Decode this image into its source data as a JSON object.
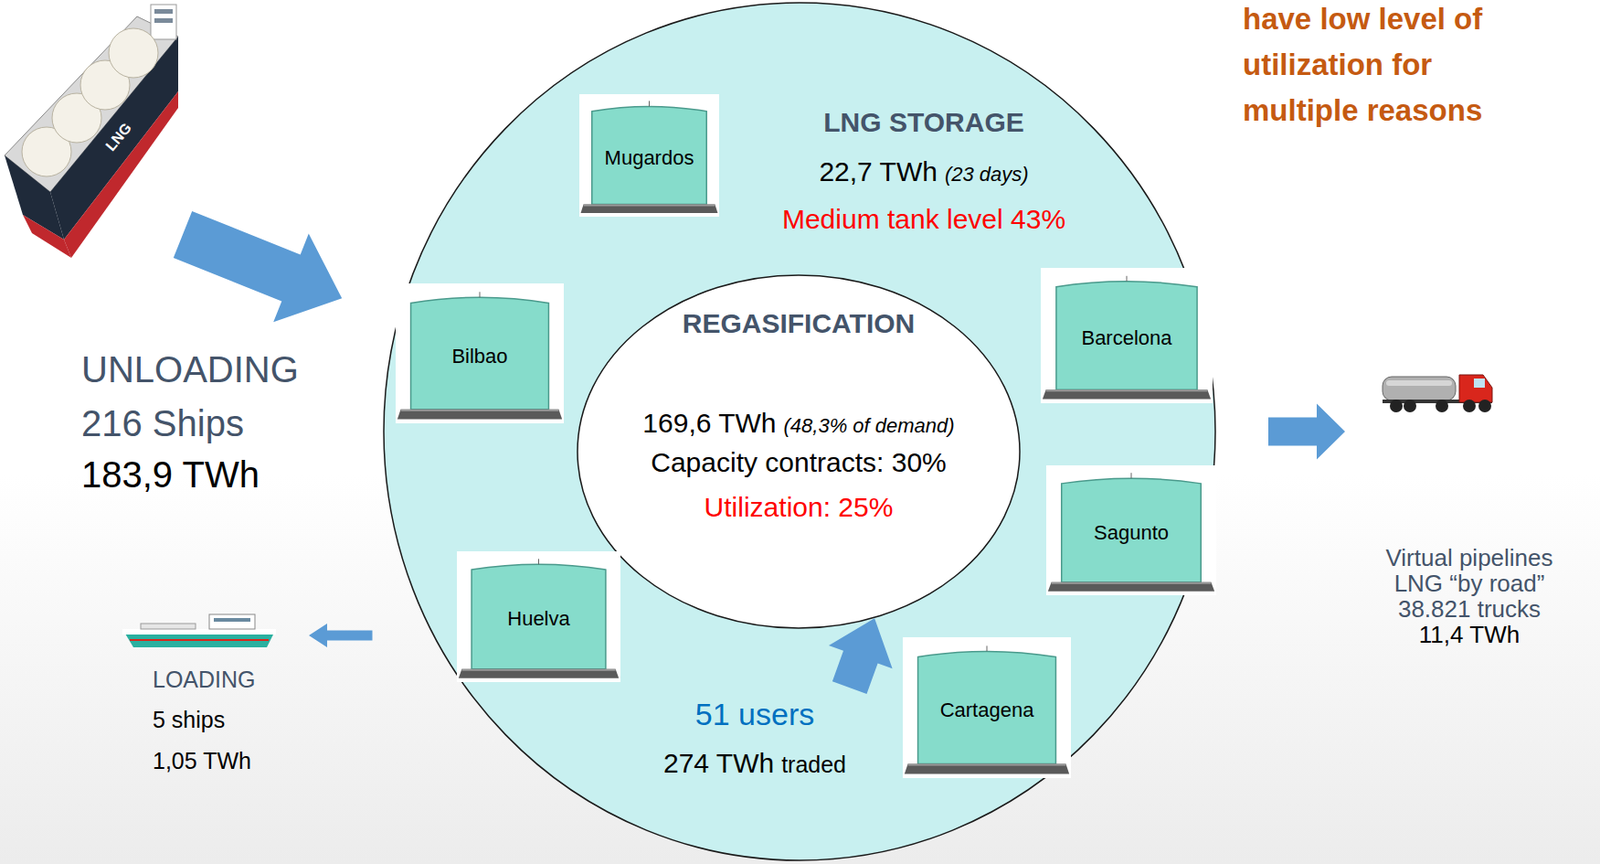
{
  "diagram": {
    "nodes": [
      {
        "text": [
          "UNLOADING",
          "216 Ships",
          "183,9 TWh"
        ]
      },
      {
        "text": [
          "LOADING",
          "5 ships",
          "1,05 TWh"
        ]
      },
      {
        "text": [
          "LNG STORAGE",
          "22,7 TWh",
          "(23 days)",
          "Medium tank level 43%",
          "51 users",
          "274 TWh",
          "traded"
        ]
      },
      {
        "text": [
          "Mugardos"
        ],
        "in": 2
      },
      {
        "text": [
          "Bilbao"
        ],
        "in": 2
      },
      {
        "text": [
          "REGASIFICATION",
          "169,6 TWh",
          "(48,3% of demand)",
          "Capacity contracts: 30%",
          "Utilization: 25%"
        ],
        "in": 2
      },
      {
        "text": [
          "Barcelona"
        ],
        "in": 2
      },
      {
        "text": [
          "Sagunto"
        ],
        "in": 2
      },
      {
        "text": [
          "Huelva"
        ],
        "in": 2
      },
      {
        "text": [
          "Cartagena"
        ],
        "in": 2
      },
      {
        "text": [
          "Virtual pipelines",
          "LNG “by road”",
          "38.821 trucks",
          "11,4 TWh"
        ]
      }
    ],
    "edges": [
      {
        "from": 0,
        "to": 2,
        "arrow": "to"
      },
      {
        "from": 2,
        "to": 1,
        "arrow": "to"
      },
      {
        "from": 2,
        "to": 10,
        "arrow": "to"
      },
      {
        "from": 2,
        "to": 5,
        "arrow": "to"
      }
    ],
    "labels": [
      "have low level of utilization for multiple reasons",
      "LNG"
    ]
  }
}
